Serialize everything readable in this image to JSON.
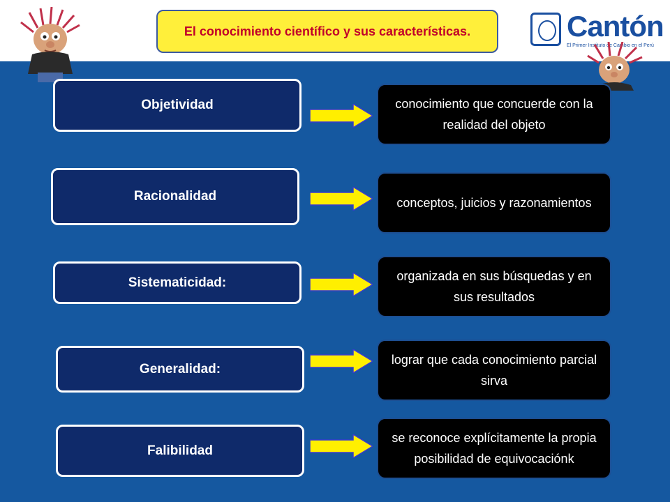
{
  "title": "El conocimiento científico y sus características.",
  "logo": {
    "word": "Cantón",
    "tagline": "El Primer Instituto de Cambio en el Perú"
  },
  "rows": [
    {
      "term": "Objetividad",
      "description": "conocimiento que concuerde con la realidad del objeto"
    },
    {
      "term": "Racionalidad",
      "description": "conceptos, juicios y razonamientos"
    },
    {
      "term": "Sistematicidad:",
      "description": "organizada en sus búsquedas y en sus resultados"
    },
    {
      "term": "Generalidad:",
      "description": "lograr que cada conocimiento parcial sirva"
    },
    {
      "term": "Falibilidad",
      "description": "se reconoce explícitamente la propia posibilidad de equivocaciónk"
    }
  ],
  "colors": {
    "background": "#1558a0",
    "title_fill": "#ffef3a",
    "title_text": "#c0002a",
    "term_fill": "#0f2a6a",
    "description_fill": "#000000",
    "arrow": "#ffef00"
  }
}
